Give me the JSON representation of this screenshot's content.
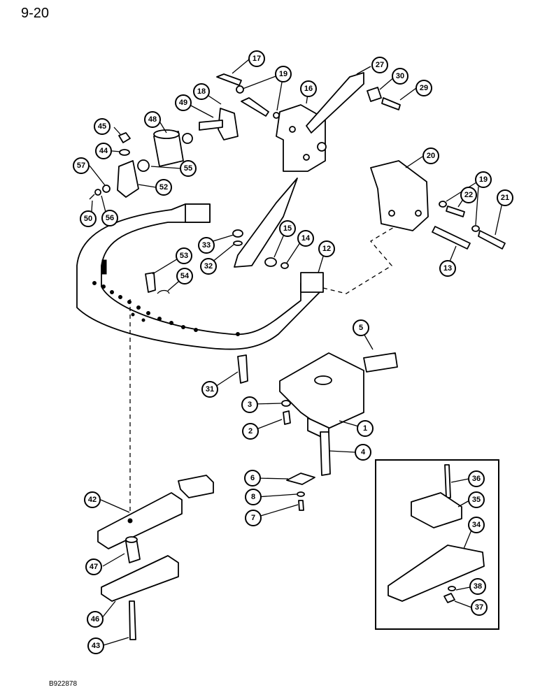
{
  "page": {
    "number": "9-20",
    "figure_code": "B922878"
  },
  "callouts": [
    "1",
    "2",
    "3",
    "4",
    "5",
    "6",
    "7",
    "8",
    "12",
    "13",
    "14",
    "15",
    "16",
    "17",
    "18",
    "19",
    "19",
    "20",
    "21",
    "22",
    "27",
    "29",
    "30",
    "31",
    "32",
    "33",
    "34",
    "35",
    "36",
    "37",
    "38",
    "42",
    "43",
    "44",
    "45",
    "46",
    "47",
    "48",
    "49",
    "50",
    "52",
    "53",
    "54",
    "55",
    "56",
    "57"
  ]
}
